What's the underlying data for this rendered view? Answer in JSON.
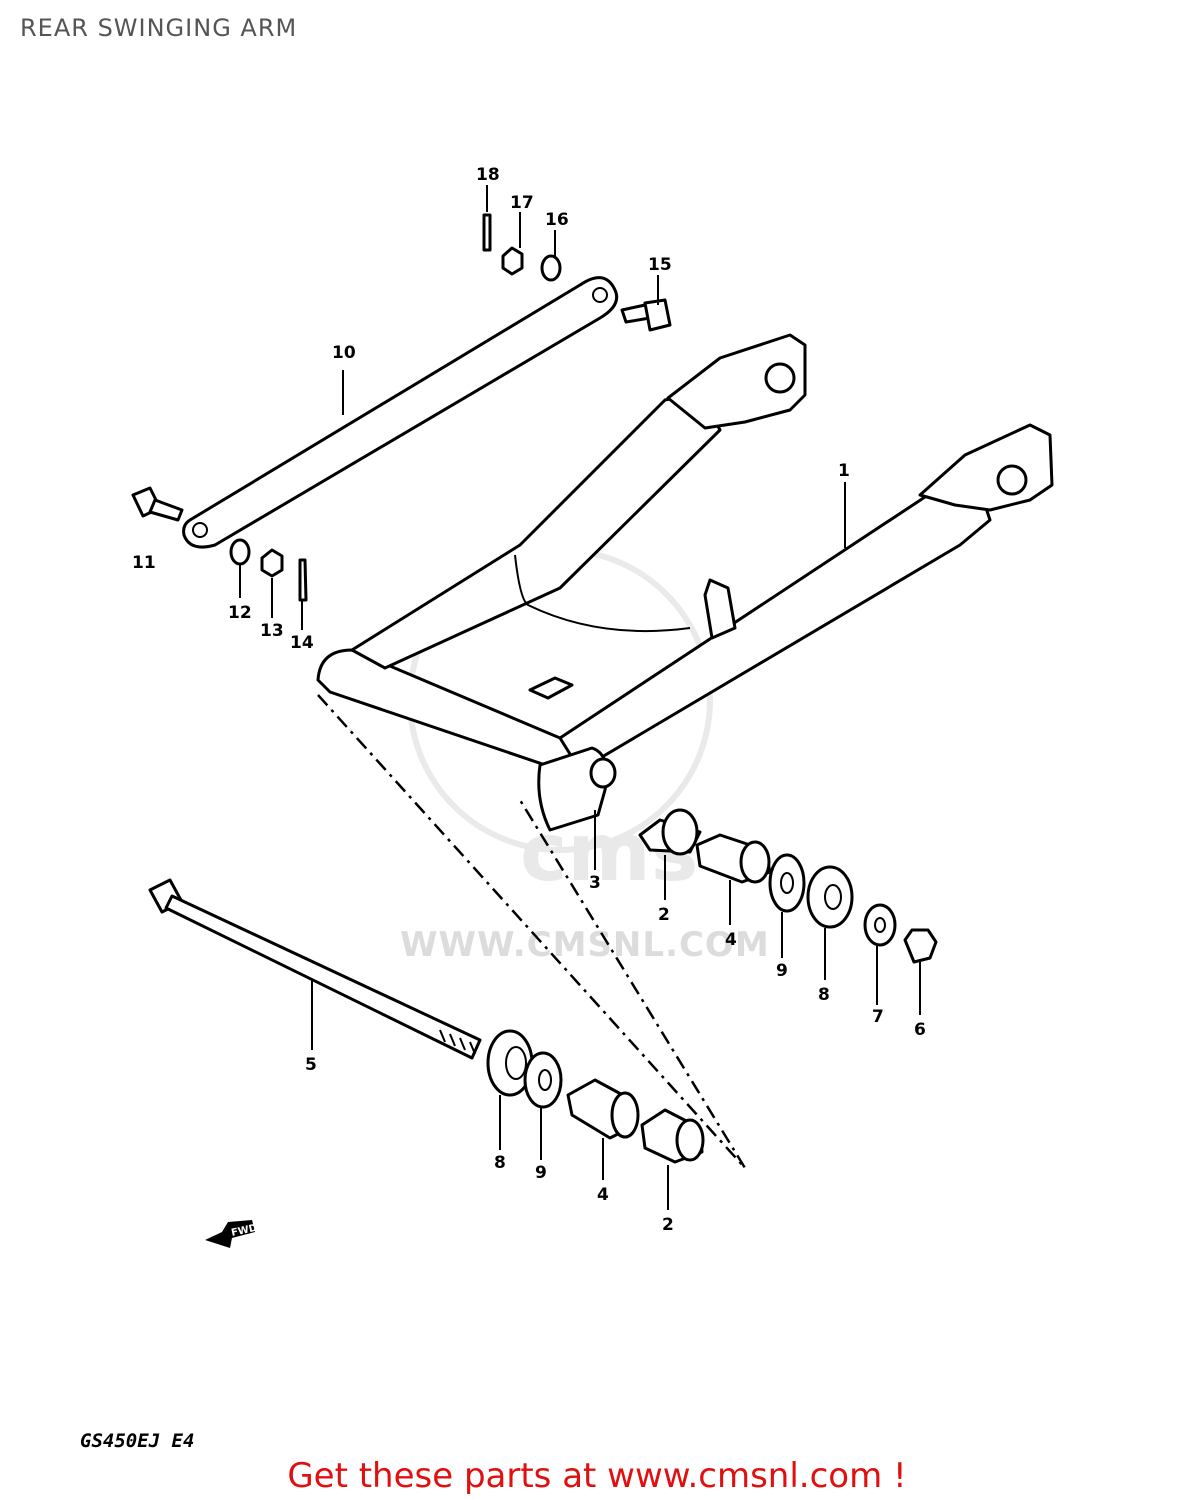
{
  "title": "REAR SWINGING ARM",
  "model_code": "GS450EJ E4",
  "promo": "Get these parts at www.cmsnl.com !",
  "watermark": "WWW.CMSNL.COM",
  "watermark_logo": "cms",
  "fwd_arrow": "FWD",
  "callouts": {
    "c1": "1",
    "c2a": "2",
    "c2b": "2",
    "c3": "3",
    "c4a": "4",
    "c4b": "4",
    "c5": "5",
    "c6": "6",
    "c7": "7",
    "c8a": "8",
    "c8b": "8",
    "c9a": "9",
    "c9b": "9",
    "c10": "10",
    "c11": "11",
    "c12": "12",
    "c13": "13",
    "c14": "14",
    "c15": "15",
    "c16": "16",
    "c17": "17",
    "c18": "18"
  },
  "colors": {
    "promo": "#e01010",
    "title": "#555555",
    "watermark": "#dcdcdc"
  }
}
